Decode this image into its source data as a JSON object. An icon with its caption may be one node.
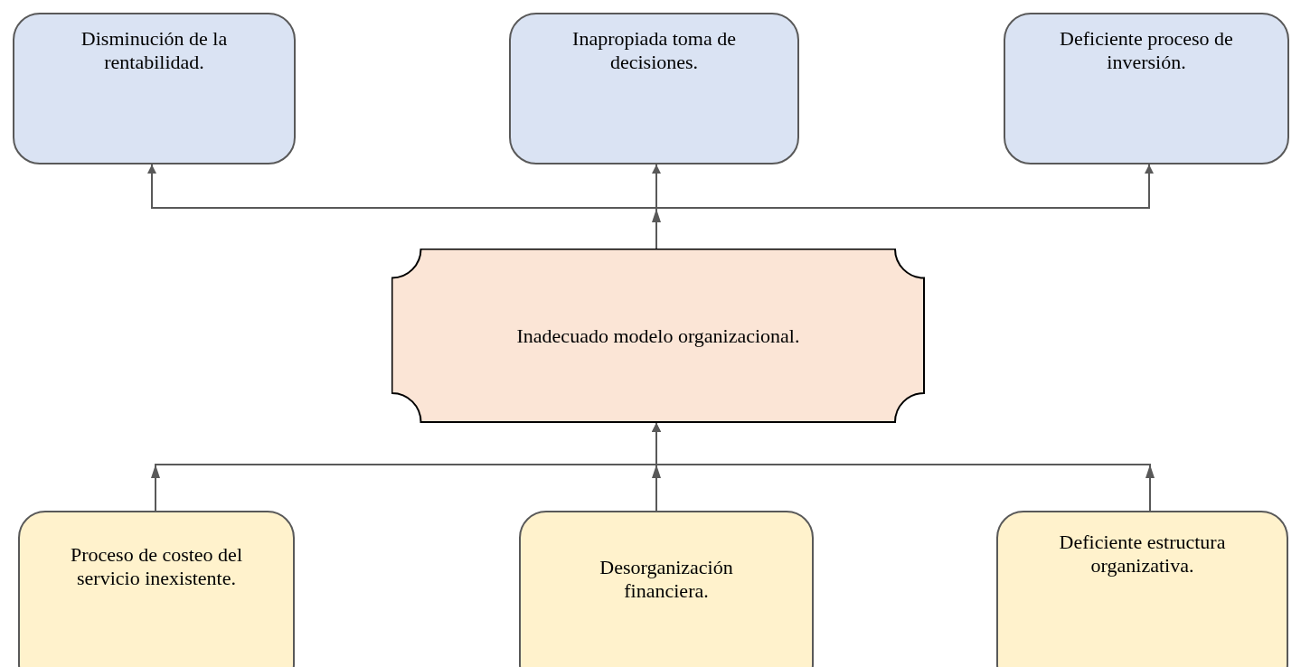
{
  "diagram": {
    "nodes": [
      {
        "text": [
          "Disminución de la rentabilidad."
        ]
      },
      {
        "text": [
          "Inapropiada toma de decisiones."
        ]
      },
      {
        "text": [
          "Deficiente proceso de inversión."
        ]
      },
      {
        "text": [
          "Inadecuado modelo organizacional."
        ]
      },
      {
        "text": [
          "Proceso de costeo del servicio inexistente."
        ]
      },
      {
        "text": [
          "Desorganización financiera."
        ]
      },
      {
        "text": [
          "Deficiente estructura organizativa."
        ]
      }
    ],
    "edges": [
      {
        "from": 3,
        "to": 0,
        "arrow": "to"
      },
      {
        "from": 3,
        "to": 1,
        "arrow": "to"
      },
      {
        "from": 3,
        "to": 2,
        "arrow": "to"
      },
      {
        "from": 4,
        "to": 3,
        "arrow": "to"
      },
      {
        "from": 5,
        "to": 3,
        "arrow": "to"
      },
      {
        "from": 6,
        "to": 3,
        "arrow": "to"
      }
    ]
  }
}
